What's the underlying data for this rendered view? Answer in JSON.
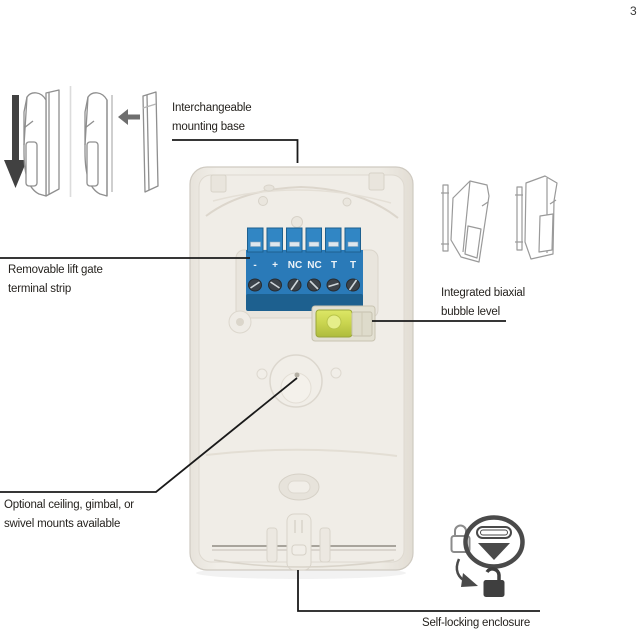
{
  "page": {
    "number": "3"
  },
  "callouts": {
    "mounting_base": {
      "lines": [
        "Interchangeable",
        "mounting base"
      ]
    },
    "terminal_strip": {
      "lines": [
        "Removable lift gate",
        "terminal strip"
      ]
    },
    "bubble_level": {
      "lines": [
        "Integrated biaxial",
        "bubble level"
      ]
    },
    "mounts": {
      "lines": [
        "Optional ceiling, gimbal, or",
        "swivel mounts available"
      ]
    },
    "enclosure": {
      "lines": [
        "Self-locking enclosure"
      ]
    }
  },
  "device": {
    "type": "motion-detector mounting base (rear view photo)",
    "terminal_labels": [
      "-",
      "+",
      "NC",
      "NC",
      "T",
      "T"
    ],
    "colors": {
      "plastic_body": "#eeebe5",
      "plastic_edge": "#d6d1c8",
      "terminal_blue": "#2a7ab8",
      "terminal_blue_dark": "#1d608f",
      "bubble_green": "#c9d455",
      "callout_line": "#1a1a1a",
      "sketch_gray": "#939393",
      "icon_gray": "#4a4a4a"
    }
  },
  "icons": {
    "down_arrow": "down-arrow-icon",
    "left_arrow": "left-arrow-icon",
    "lock_closed": "lock-closed-icon",
    "screw_turn": "screw-turn-icon",
    "curved_arrow": "curved-arrow-icon",
    "lock_open": "lock-open-icon"
  }
}
